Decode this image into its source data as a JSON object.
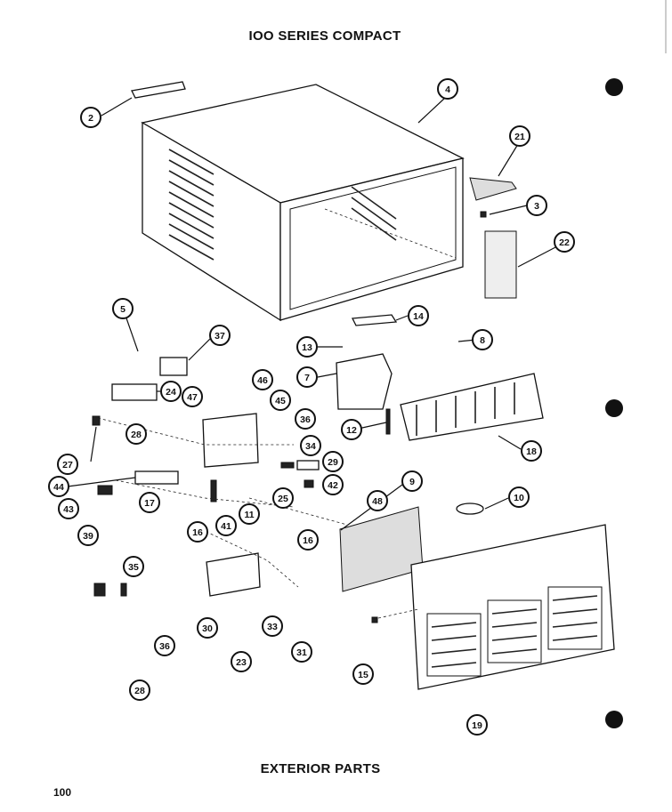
{
  "header": {
    "title": "IOO SERIES COMPACT"
  },
  "footer": {
    "section_title": "EXTERIOR PARTS",
    "page_number": "100"
  },
  "callouts": [
    "2",
    "4",
    "21",
    "3",
    "22",
    "14",
    "5",
    "37",
    "13",
    "8",
    "7",
    "24",
    "47",
    "46",
    "45",
    "36",
    "28",
    "34",
    "12",
    "18",
    "29",
    "27",
    "44",
    "42",
    "25",
    "48",
    "9",
    "10",
    "43",
    "17",
    "41",
    "11",
    "16",
    "16",
    "39",
    "35",
    "30",
    "33",
    "31",
    "15",
    "36",
    "23",
    "19",
    "28"
  ],
  "colors": {
    "ink": "#111111",
    "paper": "#ffffff"
  }
}
